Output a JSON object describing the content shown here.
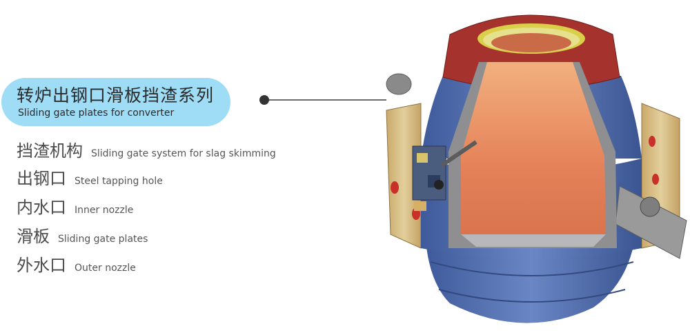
{
  "header": {
    "title_cn": "转炉出钢口滑板挡渣系列",
    "title_en": "Sliding gate plates for converter"
  },
  "components": [
    {
      "cn": "挡渣机构",
      "en": "Sliding gate system for slag skimming"
    },
    {
      "cn": "出钢口",
      "en": "Steel tapping hole"
    },
    {
      "cn": "内水口",
      "en": "Inner nozzle"
    },
    {
      "cn": "滑板",
      "en": "Sliding gate plates"
    },
    {
      "cn": "外水口",
      "en": "Outer nozzle"
    }
  ],
  "colors": {
    "title_pill": "#9fdcf6",
    "shell_blue": "#5673b3",
    "ring_tan": "#dcc48e",
    "top_red": "#a5322c",
    "interior_orange": "#e58a5c",
    "lining_gray": "#8f8f92"
  }
}
